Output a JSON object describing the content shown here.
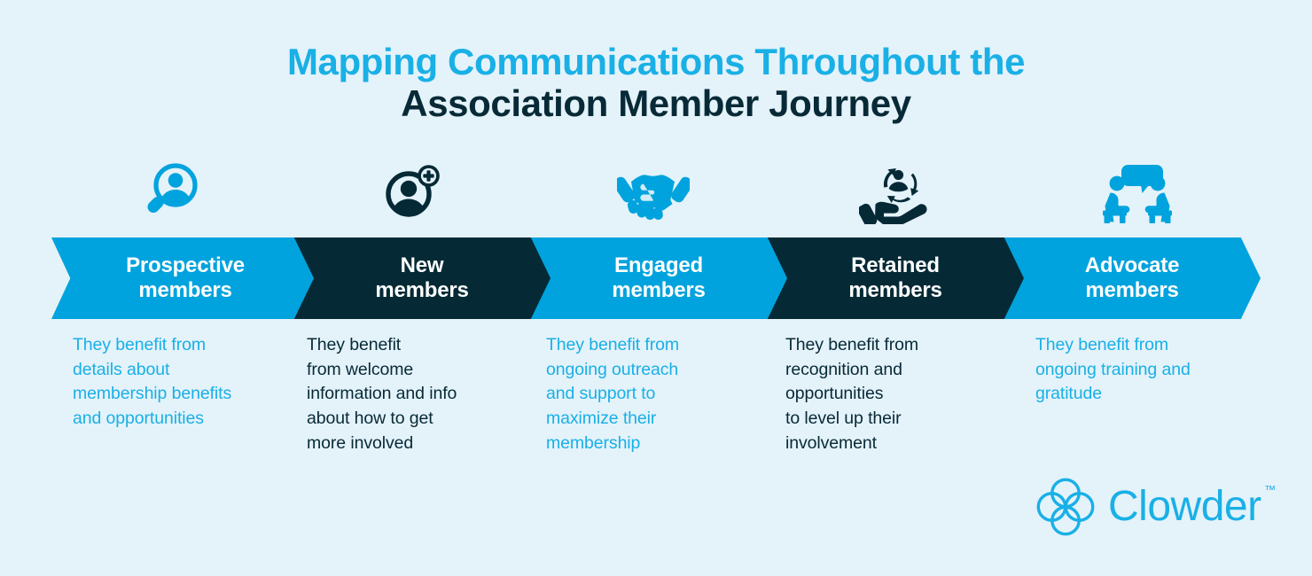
{
  "background_color": "#e4f2fa",
  "accent_cyan": "#00a3dd",
  "accent_cyan_text": "#19b0e6",
  "accent_navy": "#052a36",
  "title": {
    "line1": "Mapping Communications Throughout the",
    "line2": "Association Member Journey"
  },
  "stages": [
    {
      "icon": "person-search-icon",
      "icon_color": "#00a3dd",
      "label": "Prospective\nmembers",
      "chevron_color": "cyan",
      "body": "They benefit from\ndetails about\nmembership benefits\nand opportunities",
      "body_color": "cyan"
    },
    {
      "icon": "add-person-icon",
      "icon_color": "#052a36",
      "label": "New\nmembers",
      "chevron_color": "navy",
      "body": "They benefit\nfrom welcome\ninformation and info\nabout how to get\nmore involved",
      "body_color": "navy"
    },
    {
      "icon": "handshake-icon",
      "icon_color": "#00a3dd",
      "label": "Engaged\nmembers",
      "chevron_color": "cyan",
      "body": "They benefit from\nongoing outreach\nand support to\nmaximize their\nmembership",
      "body_color": "cyan"
    },
    {
      "icon": "hand-retention-icon",
      "icon_color": "#052a36",
      "label": "Retained\nmembers",
      "chevron_color": "navy",
      "body": "They benefit from\nrecognition and\nopportunities\nto level up their\ninvolvement",
      "body_color": "navy"
    },
    {
      "icon": "people-conversation-icon",
      "icon_color": "#00a3dd",
      "label": "Advocate\nmembers",
      "chevron_color": "cyan",
      "body": "They benefit from\nongoing training and\ngratitude",
      "body_color": "cyan"
    }
  ],
  "logo": {
    "mark": "clowder-quatrefoil-icon",
    "wordmark": "Clowder",
    "trademark": "™"
  }
}
